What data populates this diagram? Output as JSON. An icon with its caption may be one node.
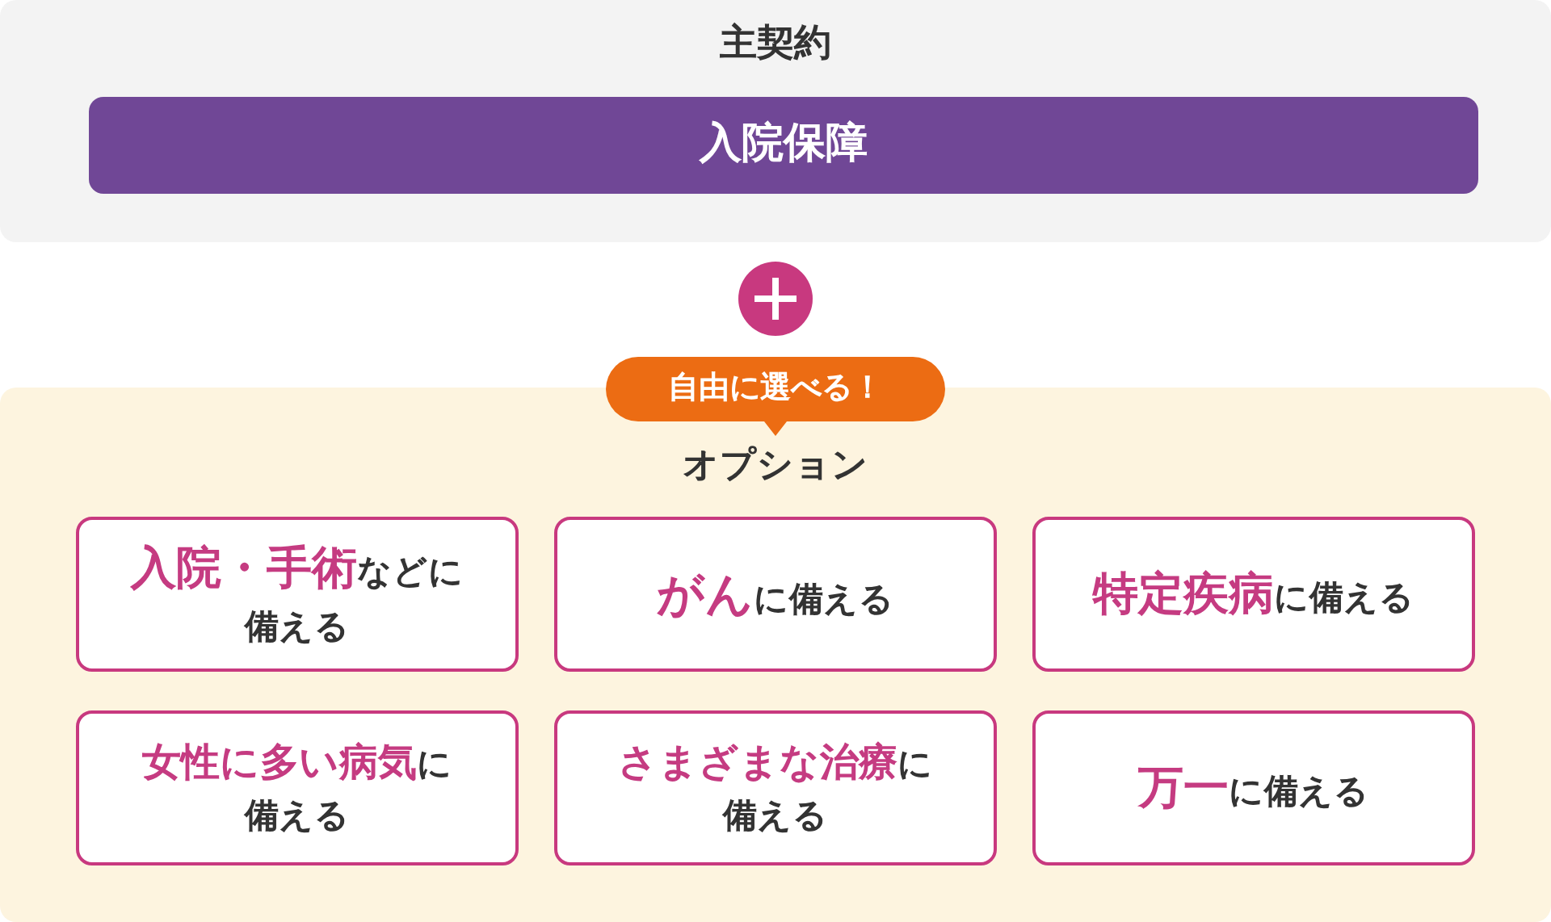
{
  "diagram": {
    "nodes": [
      {
        "text": [
          "主契約"
        ]
      },
      {
        "text": [
          "入院保障"
        ],
        "in": 0
      },
      {
        "text": [
          "自由に選べる！"
        ]
      },
      {
        "text": [
          "オプション"
        ]
      },
      {
        "text": [
          "**入院・手術**などに備える"
        ],
        "in": 3
      },
      {
        "text": [
          "**がん**に備える"
        ],
        "in": 3
      },
      {
        "text": [
          "**特定疾病**に備える"
        ],
        "in": 3
      },
      {
        "text": [
          "**女性に多い病気**に備える"
        ],
        "in": 3
      },
      {
        "text": [
          "**さまざまな治療**に備える"
        ],
        "in": 3
      },
      {
        "text": [
          "**万一**に備える"
        ],
        "in": 3
      }
    ]
  }
}
